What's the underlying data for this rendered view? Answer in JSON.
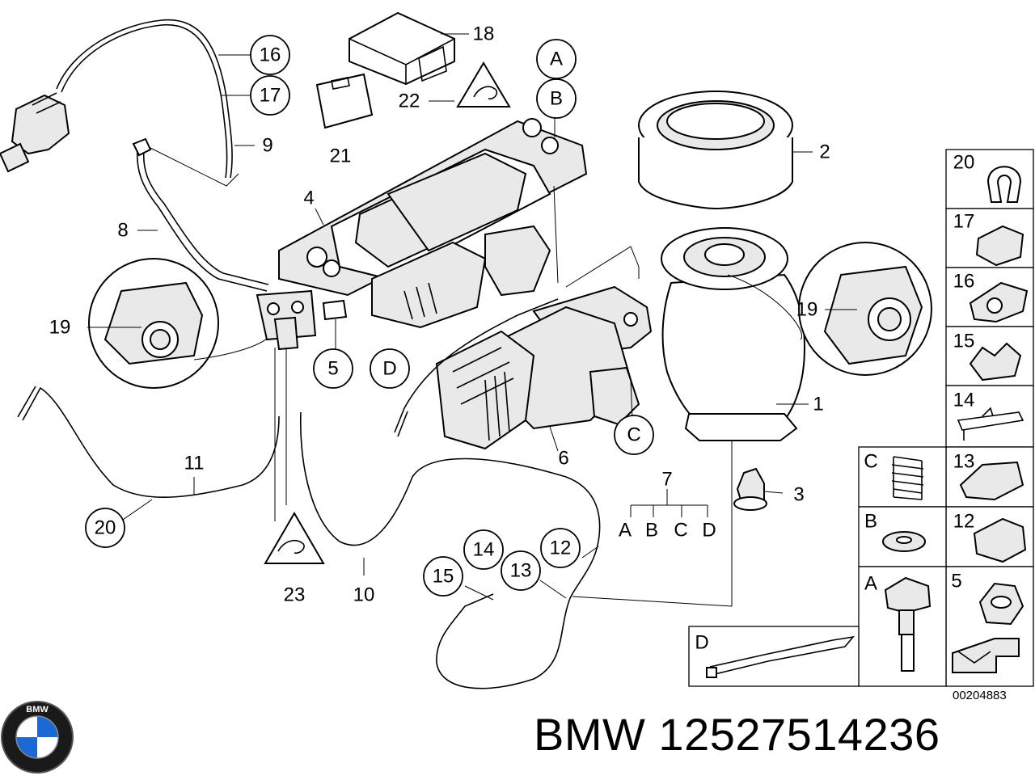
{
  "labels": {
    "p1": "1",
    "p2": "2",
    "p3": "3",
    "p4": "4",
    "p5": "5",
    "p6": "6",
    "p7": "7",
    "p8": "8",
    "p9": "9",
    "p10": "10",
    "p11": "11",
    "p12": "12",
    "p13": "13",
    "p14": "14",
    "p15": "15",
    "p16": "16",
    "p17": "17",
    "p18": "18",
    "p19": "19",
    "p19b": "19",
    "p20": "20",
    "p21": "21",
    "p22": "22",
    "p23": "23",
    "cA": "A",
    "cB": "B",
    "cC": "C",
    "cD": "D",
    "seven_a": "A",
    "seven_b": "B",
    "seven_c": "C",
    "seven_d": "D"
  },
  "legend": {
    "r20": "20",
    "r17": "17",
    "r16": "16",
    "r15": "15",
    "r14": "14",
    "r13": "13",
    "r12": "12",
    "r5": "5",
    "lC": "C",
    "lB": "B",
    "lA": "A",
    "lD": "D"
  },
  "footer": {
    "doc_number": "00204883",
    "brand": "BMW",
    "part_number": "12527514236"
  },
  "logo_text": "BMW"
}
